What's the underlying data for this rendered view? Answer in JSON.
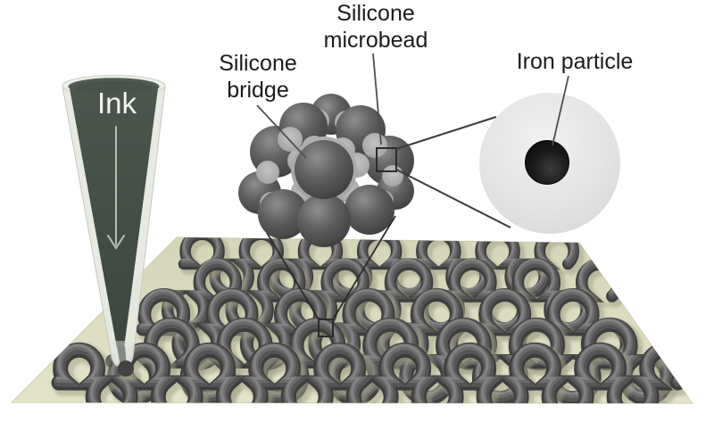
{
  "figure": {
    "title_hint": "Schematic of direct-ink-writing of silicone microbead ink with iron particles",
    "labels": {
      "ink": "Ink",
      "silicone_bridge": "Silicone\nbridge",
      "silicone_microbead": "Silicone\nmicrobead",
      "iron_particle": "Iron particle"
    },
    "icons": {
      "nozzle": "ink-nozzle-icon",
      "arrow": "down-arrow-icon",
      "bead_cluster": "silicone-bead-cluster",
      "microbead_view": "microbead-crosssection-circle",
      "iron_dot": "iron-particle-dot",
      "pattern": "printed-serpentine-pattern",
      "substrate": "print-substrate"
    },
    "colors": {
      "background": "#ffffff",
      "label_text": "#1b1b1b",
      "substrate_top": "#d6d6ba",
      "substrate_bottom": "#e3e3c9",
      "trace": "#3e3e3e",
      "trace_mid": "#555555",
      "trace_highlight": "#6d6d6d",
      "trace_shadow": "#a2a289",
      "ink_body": "#444e46",
      "ink_top": "#515b52",
      "glass": "#e4e8e0",
      "bead": "#5a5a5a",
      "bridge": "#b5b5b5",
      "microbead_shell": "#e4e4e4",
      "iron_particle": "#141414",
      "callout_line": "#2e2e2e"
    }
  }
}
